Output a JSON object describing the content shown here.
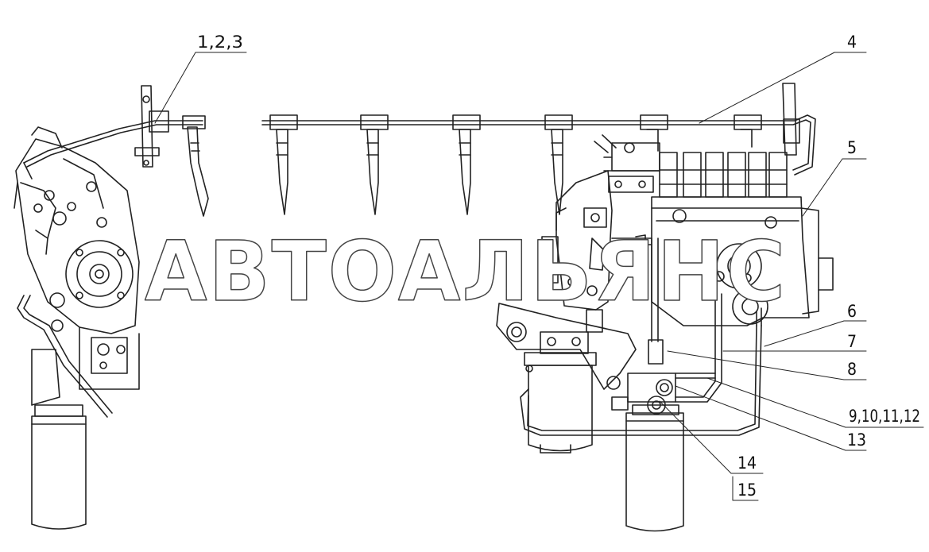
{
  "watermark": "АВТОАЛЬЯНС",
  "callouts": [
    {
      "id": "c123",
      "label": "1,2,3"
    },
    {
      "id": "c4",
      "label": "4"
    },
    {
      "id": "c5",
      "label": "5"
    },
    {
      "id": "c6",
      "label": "6"
    },
    {
      "id": "c7",
      "label": "7"
    },
    {
      "id": "c8",
      "label": "8"
    },
    {
      "id": "c9",
      "label": "9,10,11,12"
    },
    {
      "id": "c13",
      "label": "13"
    },
    {
      "id": "c14",
      "label": "14"
    },
    {
      "id": "c15",
      "label": "15"
    }
  ]
}
